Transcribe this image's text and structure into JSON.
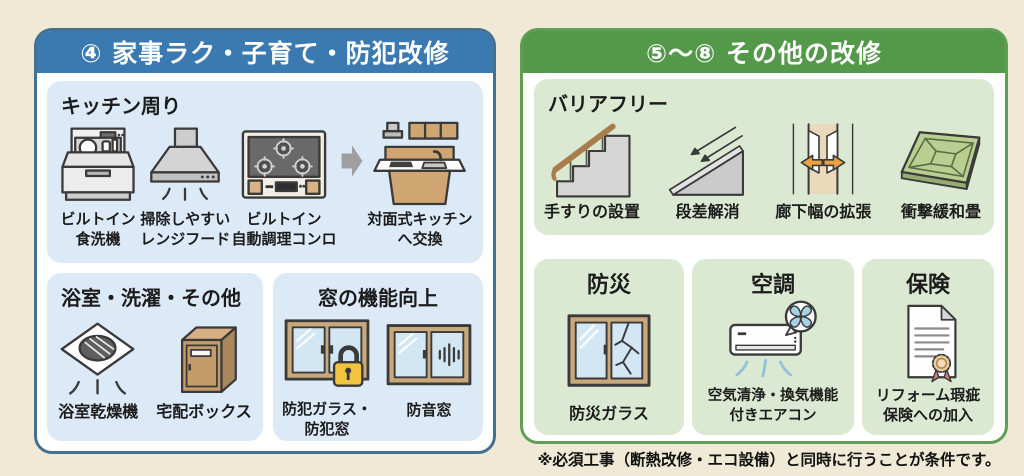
{
  "colors": {
    "page_background": "#efe9d5",
    "left_header": "#3b79b1",
    "left_border": "#45708f",
    "left_box": "#dceaf7",
    "right_header": "#54984a",
    "right_border": "#5f9e54",
    "right_box": "#dce9d2",
    "wood": "#cba06d",
    "glass": "#d2e7f3",
    "lock_yellow": "#f2c33e",
    "arrow_orange": "#eda145",
    "tatami_green": "#b9ce90"
  },
  "note": "※必須工事（断熱改修・エコ設備）と同時に行うことが条件です。",
  "left": {
    "title": "④ 家事ラク・子育て・防犯改修",
    "kitchen": {
      "title": "キッチン周り",
      "items": [
        {
          "icon": "dishwasher-icon",
          "label": "ビルトイン\n食洗機"
        },
        {
          "icon": "range-hood-icon",
          "label": "掃除しやすい\nレンジフード"
        },
        {
          "icon": "stove-icon",
          "label": "ビルトイン\n自動調理コンロ"
        },
        {
          "icon": "counter-kitchen-icon",
          "label": "対面式キッチン\nへ交換"
        }
      ]
    },
    "bath": {
      "title": "浴室・洗濯・その他",
      "items": [
        {
          "icon": "bath-dryer-icon",
          "label": "浴室乾燥機"
        },
        {
          "icon": "delivery-box-icon",
          "label": "宅配ボックス"
        }
      ]
    },
    "window": {
      "title": "窓の機能向上",
      "items": [
        {
          "icon": "security-window-icon",
          "label": "防犯ガラス・\n防犯窓"
        },
        {
          "icon": "soundproof-window-icon",
          "label": "防音窓"
        }
      ]
    }
  },
  "right": {
    "title": "⑤〜⑧ その他の改修",
    "barrier_free": {
      "title": "バリアフリー",
      "items": [
        {
          "icon": "handrail-stairs-icon",
          "label": "手すりの設置"
        },
        {
          "icon": "ramp-icon",
          "label": "段差解消"
        },
        {
          "icon": "corridor-width-icon",
          "label": "廊下幅の拡張"
        },
        {
          "icon": "tatami-icon",
          "label": "衝撃緩和畳"
        }
      ]
    },
    "bosai": {
      "title": "防災",
      "label": "防災ガラス"
    },
    "kucho": {
      "title": "空調",
      "label": "空気清浄・換気機能\n付きエアコン"
    },
    "hoken": {
      "title": "保険",
      "label": "リフォーム瑕疵\n保険への加入"
    }
  }
}
